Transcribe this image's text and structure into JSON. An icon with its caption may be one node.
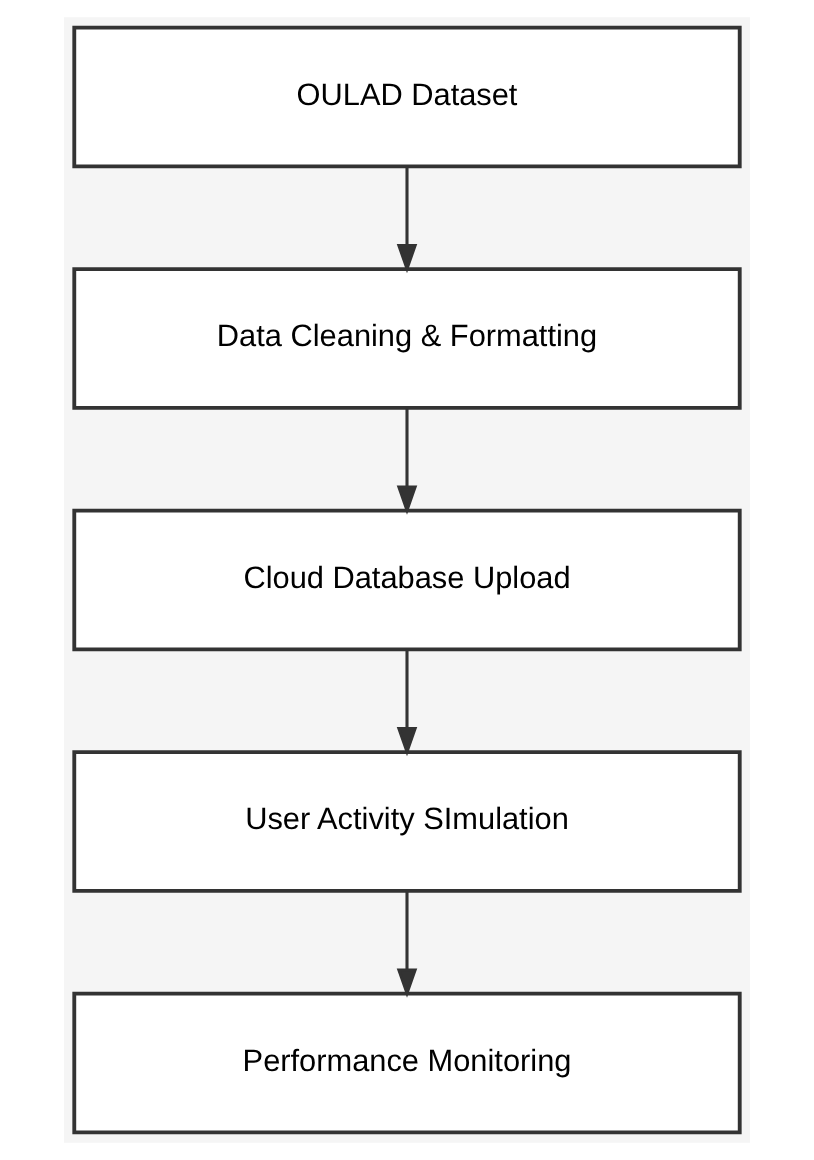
{
  "diagram": {
    "nodes": [
      {
        "text": [
          "OULAD Dataset"
        ]
      },
      {
        "text": [
          "Data Cleaning & Formatting"
        ]
      },
      {
        "text": [
          "Cloud Database Upload"
        ]
      },
      {
        "text": [
          "User Activity SImulation"
        ]
      },
      {
        "text": [
          "Performance Monitoring"
        ]
      }
    ],
    "edges": [
      {
        "from": 0,
        "to": 1,
        "arrow": "to"
      },
      {
        "from": 1,
        "to": 2,
        "arrow": "to"
      },
      {
        "from": 2,
        "to": 3,
        "arrow": "to"
      },
      {
        "from": 3,
        "to": 4,
        "arrow": "to"
      }
    ]
  }
}
